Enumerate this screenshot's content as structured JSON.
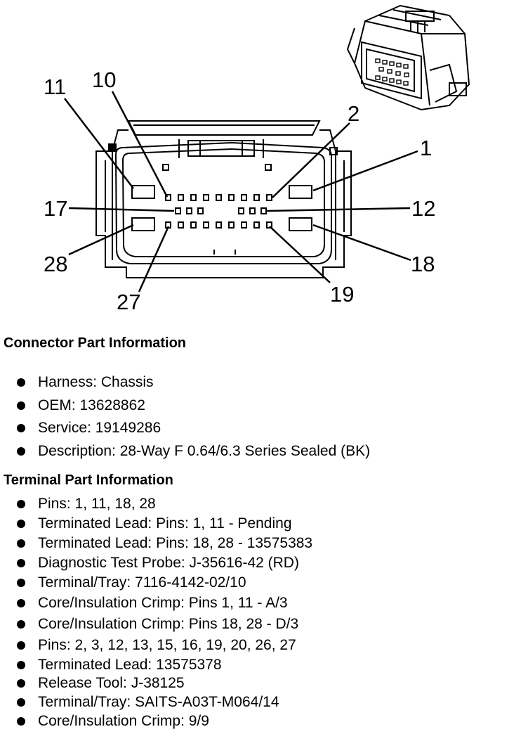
{
  "diagram": {
    "pin_labels": {
      "p1": "1",
      "p2": "2",
      "p10": "10",
      "p11": "11",
      "p12": "12",
      "p17": "17",
      "p18": "18",
      "p19": "19",
      "p27": "27",
      "p28": "28"
    }
  },
  "connector": {
    "title": "Connector Part Information",
    "items": [
      "Harness: Chassis",
      "OEM: 13628862",
      "Service: 19149286",
      "Description: 28-Way F 0.64/6.3 Series Sealed (BK)"
    ]
  },
  "terminal": {
    "title": "Terminal Part Information",
    "items": [
      "Pins: 1, 11, 18, 28",
      "Terminated Lead: Pins: 1, 11 - Pending",
      "Terminated Lead: Pins: 18, 28 - 13575383",
      "Diagnostic Test Probe: J-35616-42 (RD)",
      "Terminal/Tray: 7116-4142-02/10",
      "Core/Insulation Crimp: Pins 1, 11 - A/3",
      "Core/Insulation Crimp: Pins 18, 28 - D/3",
      "Pins: 2, 3, 12, 13, 15, 16, 19, 20, 26, 27",
      "Terminated Lead: 13575378",
      "Release Tool: J-38125",
      "Terminal/Tray: SAITS-A03T-M064/14",
      "Core/Insulation Crimp: 9/9"
    ]
  }
}
